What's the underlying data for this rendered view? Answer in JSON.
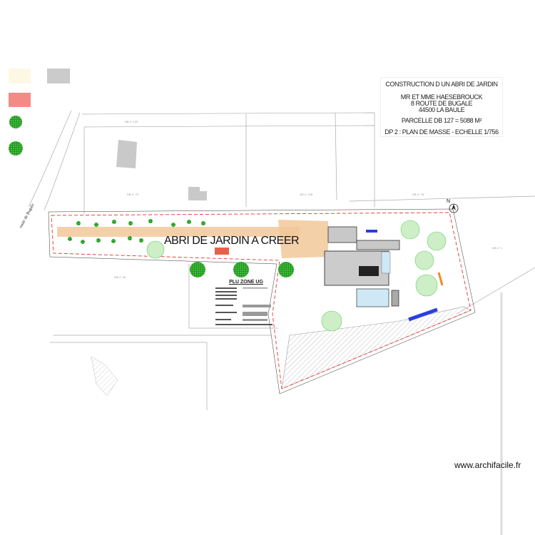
{
  "title_block": {
    "line1": "CONSTRUCTION D UN ABRI DE JARDIN",
    "owner": "MR ET MME HAESEBROUCK",
    "address1": "8 ROUTE DE BUGALE",
    "address2": "44500 LA BAULE",
    "parcel": "PARCELLE DB 127 = 5088 M²",
    "plan": "DP 2 : PLAN DE MASSE - ECHELLE 1/756"
  },
  "annotation": "ABRI DE JARDIN A CREER",
  "road_label": "route de Bugale",
  "plu_title": "PLU ZONE UG",
  "parcel_labels": [
    "DB n° 123",
    "DB n° 79",
    "DB n° 128",
    "DB n° 78",
    "DB n° 80",
    "DB n° 1"
  ],
  "north_label": "N",
  "watermark": "www.archifacile.fr",
  "colors": {
    "boundary": "#e83030",
    "path": "#f2c89a",
    "shed": "#e8604a",
    "tree": "#22a022",
    "building": "#c8c8c8",
    "pool": "#cfe8f5",
    "blue_element": "#2a3ee0"
  }
}
